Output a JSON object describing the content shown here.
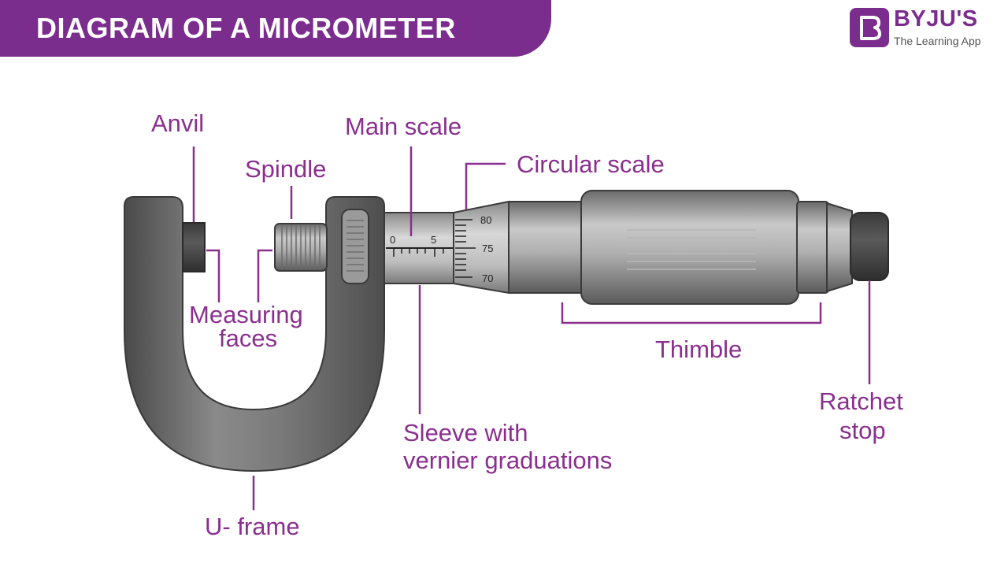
{
  "header": {
    "title": "DIAGRAM OF A MICROMETER"
  },
  "logo": {
    "name": "BYJU'S",
    "tagline": "The Learning App",
    "mark_glyph": "B"
  },
  "labels": {
    "anvil": "Anvil",
    "main_scale": "Main scale",
    "spindle": "Spindle",
    "circular_scale": "Circular scale",
    "measuring_faces_line1": "Measuring",
    "measuring_faces_line2": "faces",
    "thimble": "Thimble",
    "ratchet_stop_line1": "Ratchet",
    "ratchet_stop_line2": "stop",
    "sleeve_line1": "Sleeve with",
    "sleeve_line2": "vernier graduations",
    "u_frame": "U- frame"
  },
  "main_scale_ticks": {
    "label_0": "0",
    "label_5": "5"
  },
  "circular_scale_ticks": {
    "label_80": "80",
    "label_75": "75",
    "label_70": "70"
  },
  "colors": {
    "brand_purple": "#7b2d8e",
    "label_purple": "#8a2f8e",
    "metal_dark": "#5c5c5c",
    "metal_mid": "#8c8c8c",
    "metal_light": "#c4c4c4",
    "outline": "#3a3a3a"
  }
}
